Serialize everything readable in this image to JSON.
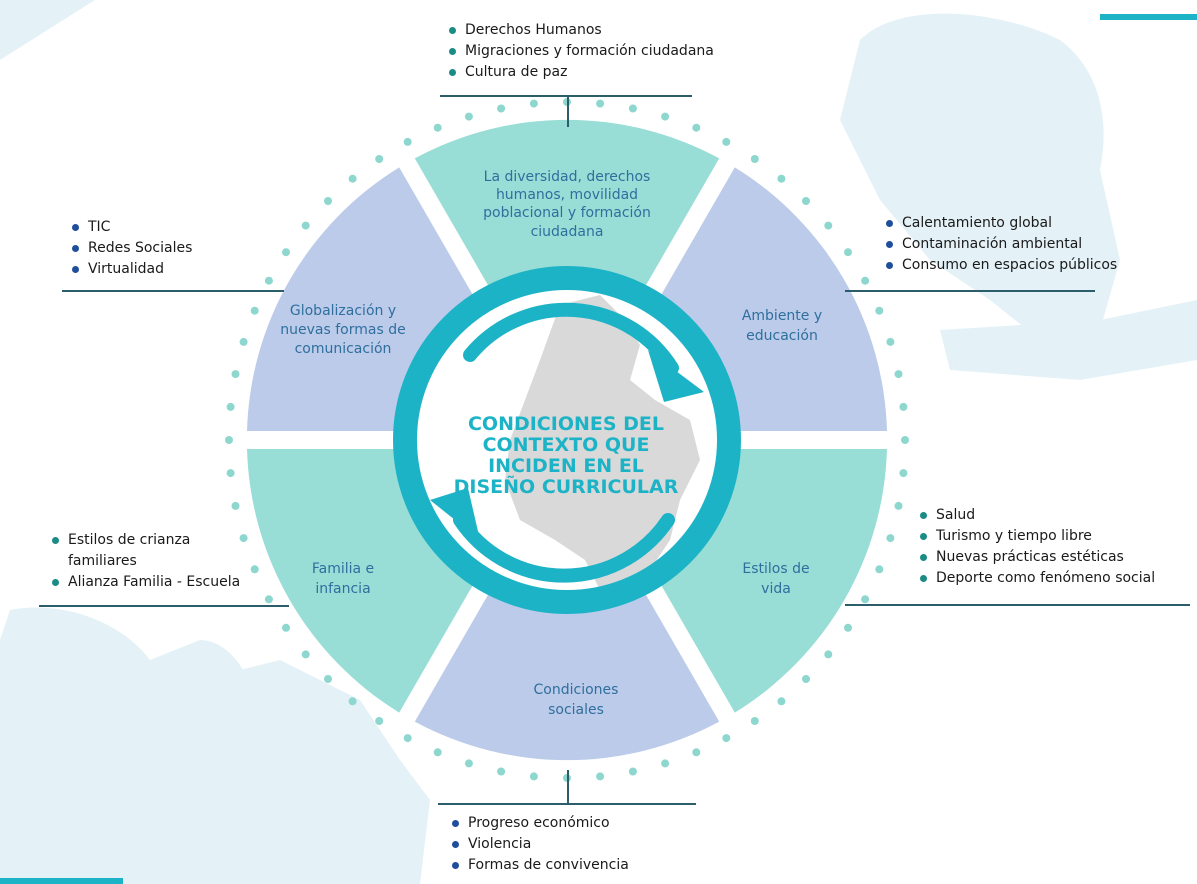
{
  "colors": {
    "teal_segment": "#98ded6",
    "lavender_segment": "#bccbea",
    "ring": "#1db3c7",
    "dots": "#8dd7cf",
    "center_text": "#1db3c7",
    "segment_text": "#2f6f9e",
    "bullet_teal": "#1b8b86",
    "bullet_blue": "#1f4f9a",
    "silhouette": "#d9eef6"
  },
  "center": {
    "title_lines": [
      "CONDICIONES DEL",
      "CONTEXTO QUE",
      "INCIDEN EN EL",
      "DISEÑO CURRICULAR"
    ]
  },
  "segments": [
    {
      "id": "diversidad",
      "fill": "teal",
      "lines": [
        "La diversidad, derechos",
        "humanos, movilidad",
        "poblacional y formación",
        "ciudadana"
      ]
    },
    {
      "id": "ambiente",
      "fill": "lavender",
      "lines": [
        "Ambiente  y",
        "educación"
      ]
    },
    {
      "id": "estilos",
      "fill": "teal",
      "lines": [
        "Estilos de",
        "vida"
      ]
    },
    {
      "id": "sociales",
      "fill": "lavender",
      "lines": [
        "Condiciones",
        "sociales"
      ]
    },
    {
      "id": "familia",
      "fill": "teal",
      "lines": [
        "Familia e",
        "infancia"
      ]
    },
    {
      "id": "globalizacion",
      "fill": "lavender",
      "lines": [
        "Globalización y",
        "nuevas formas de",
        "comunicación"
      ]
    }
  ],
  "lists": {
    "top": [
      "Derechos Humanos",
      "Migraciones y formación ciudadana",
      "Cultura de paz"
    ],
    "top_left": [
      "TIC",
      "Redes Sociales",
      "Virtualidad"
    ],
    "top_right": [
      "Calentamiento global",
      "Contaminación ambiental",
      "Consumo en espacios públicos"
    ],
    "bottom_left": [
      "Estilos de crianza familiares",
      "Alianza Familia - Escuela"
    ],
    "bottom_right": [
      "Salud",
      "Turismo y tiempo libre",
      "Nuevas prácticas estéticas",
      "Deporte como fenómeno social"
    ],
    "bottom": [
      "Progreso económico",
      "Violencia",
      "Formas de convivencia"
    ]
  }
}
